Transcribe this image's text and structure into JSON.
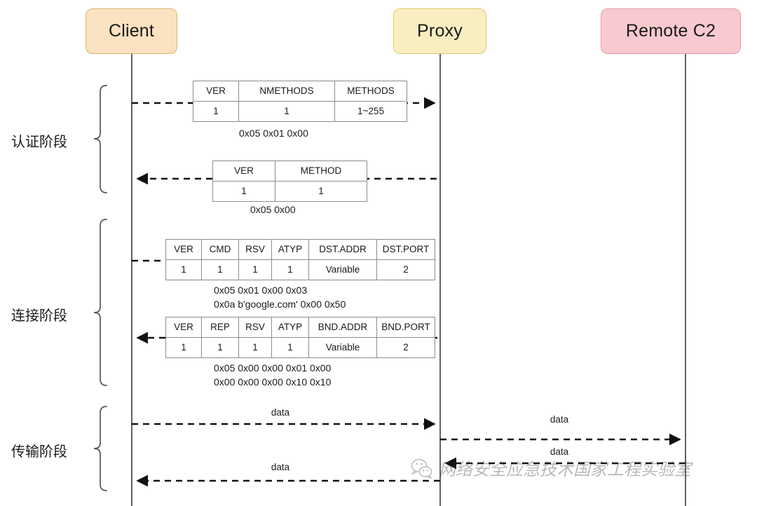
{
  "diagram": {
    "title": "SOCKS5 proxy handshake sequence diagram",
    "actors": [
      {
        "id": "client",
        "label": "Client",
        "color": "#fbe2c0"
      },
      {
        "id": "proxy",
        "label": "Proxy",
        "color": "#f9eec0"
      },
      {
        "id": "remote",
        "label": "Remote C2",
        "color": "#f8c9cf"
      }
    ],
    "phases": [
      {
        "id": "auth",
        "label": "认证阶段"
      },
      {
        "id": "connect",
        "label": "连接阶段"
      },
      {
        "id": "transfer",
        "label": "传输阶段"
      }
    ],
    "messages": [
      {
        "id": "auth-request",
        "direction": "client-to-proxy",
        "headers": [
          "VER",
          "NMETHODS",
          "METHODS"
        ],
        "values": [
          "1",
          "1",
          "1~255"
        ],
        "hex": [
          "0x05 0x01 0x00"
        ]
      },
      {
        "id": "auth-response",
        "direction": "proxy-to-client",
        "headers": [
          "VER",
          "METHOD"
        ],
        "values": [
          "1",
          "1"
        ],
        "hex": [
          "0x05 0x00"
        ]
      },
      {
        "id": "connect-request",
        "direction": "client-to-proxy",
        "headers": [
          "VER",
          "CMD",
          "RSV",
          "ATYP",
          "DST.ADDR",
          "DST.PORT"
        ],
        "values": [
          "1",
          "1",
          "1",
          "1",
          "Variable",
          "2"
        ],
        "hex": [
          "0x05 0x01 0x00 0x03",
          "0x0a b'google.com'  0x00 0x50"
        ]
      },
      {
        "id": "connect-response",
        "direction": "proxy-to-client",
        "headers": [
          "VER",
          "REP",
          "RSV",
          "ATYP",
          "BND.ADDR",
          "BND.PORT"
        ],
        "values": [
          "1",
          "1",
          "1",
          "1",
          "Variable",
          "2"
        ],
        "hex": [
          "0x05 0x00 0x00 0x01 0x00",
          "0x00 0x00 0x00 0x10 0x10"
        ]
      }
    ],
    "data_flows": [
      {
        "id": "data-client-proxy",
        "label": "data",
        "direction": "client-to-proxy"
      },
      {
        "id": "data-proxy-remote",
        "label": "data",
        "direction": "proxy-to-remote"
      },
      {
        "id": "data-remote-proxy",
        "label": "data",
        "direction": "remote-to-proxy"
      },
      {
        "id": "data-proxy-client",
        "label": "data",
        "direction": "proxy-to-client"
      }
    ],
    "watermark": {
      "text": "网络安全应急技术国家工程实验室",
      "icon": "wechat-icon"
    }
  }
}
